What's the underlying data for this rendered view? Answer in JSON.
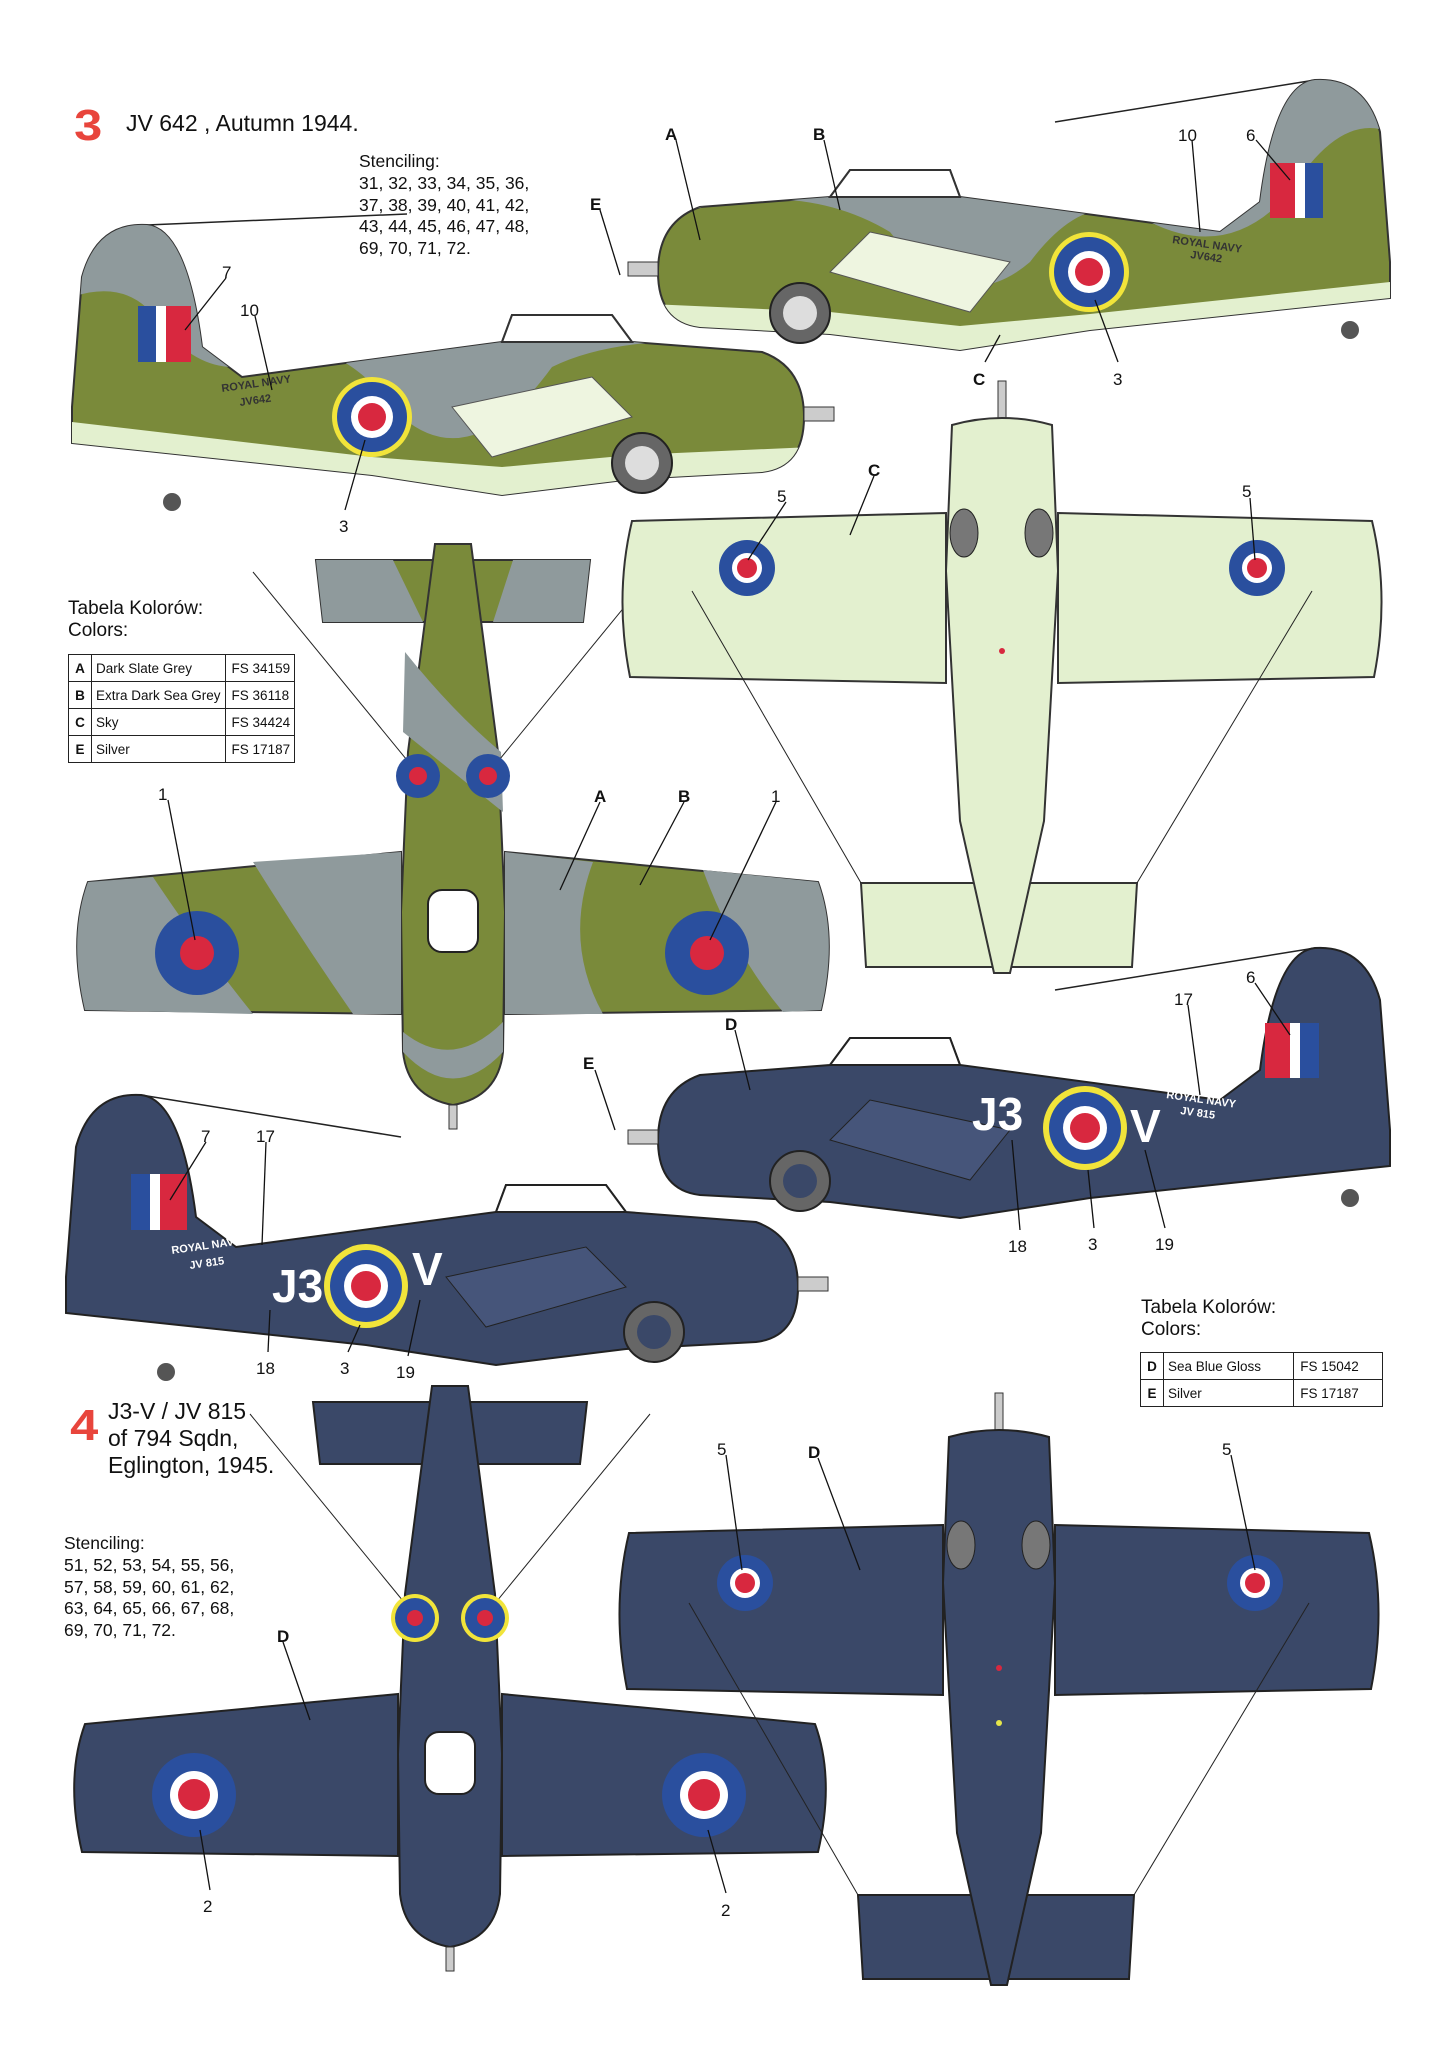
{
  "scheme3": {
    "number": "3",
    "title": "JV 642 , Autumn 1944.",
    "stenciling_label": "Stenciling:",
    "stenciling_lines": [
      "31, 32, 33, 34, 35, 36,",
      "37, 38, 39, 40, 41, 42,",
      "43, 44, 45, 46, 47, 48,",
      "69, 70, 71, 72."
    ],
    "colors_heading": [
      "Tabela Kolorów:",
      "Colors:"
    ],
    "colors": [
      {
        "key": "A",
        "name": "Dark Slate Grey",
        "fs": "FS 34159"
      },
      {
        "key": "B",
        "name": "Extra Dark Sea Grey",
        "fs": "FS 36118"
      },
      {
        "key": "C",
        "name": "Sky",
        "fs": "FS 34424"
      },
      {
        "key": "E",
        "name": "Silver",
        "fs": "FS 17187"
      }
    ],
    "markings": {
      "royal_navy": "ROYAL NAVY",
      "serial": "JV642"
    },
    "callouts": {
      "left_profile": [
        "7",
        "10",
        "3"
      ],
      "right_profile": [
        "A",
        "B",
        "10",
        "6",
        "E",
        "C",
        "3"
      ],
      "underside": [
        "C",
        "5",
        "5"
      ],
      "top": [
        "1",
        "A",
        "B",
        "1"
      ]
    },
    "paint": {
      "green": "#7a8a3a",
      "grey": "#8f9a9c",
      "sky": "#e3f0cf",
      "silver": "#c9c9c9"
    }
  },
  "scheme4": {
    "number": "4",
    "title_lines": [
      "J3-V / JV 815",
      "of 794 Sqdn,",
      "Eglington, 1945."
    ],
    "stenciling_label": "Stenciling:",
    "stenciling_lines": [
      "51, 52, 53, 54, 55, 56,",
      "57, 58, 59, 60, 61, 62,",
      "63, 64, 65, 66, 67, 68,",
      "69, 70, 71, 72."
    ],
    "colors_heading": [
      "Tabela Kolorów:",
      "Colors:"
    ],
    "colors": [
      {
        "key": "D",
        "name": "Sea Blue Gloss",
        "fs": "FS 15042"
      },
      {
        "key": "E",
        "name": "Silver",
        "fs": "FS 17187"
      }
    ],
    "markings": {
      "royal_navy": "ROYAL NAVY",
      "serial": "JV 815",
      "code_left": "J3",
      "code_right": "V"
    },
    "callouts": {
      "right_profile": [
        "6",
        "17",
        "D",
        "E",
        "18",
        "3",
        "19"
      ],
      "left_profile": [
        "7",
        "17",
        "18",
        "3",
        "19"
      ],
      "top": [
        "D",
        "2",
        "2"
      ],
      "underside": [
        "5",
        "D",
        "5"
      ]
    },
    "paint": {
      "blue": "#3a4868"
    }
  },
  "roundel_colors": {
    "blue": "#2a4f9e",
    "red": "#d8283f",
    "white": "#ffffff",
    "yellow": "#f1e43a"
  },
  "accent": "#e8453c"
}
